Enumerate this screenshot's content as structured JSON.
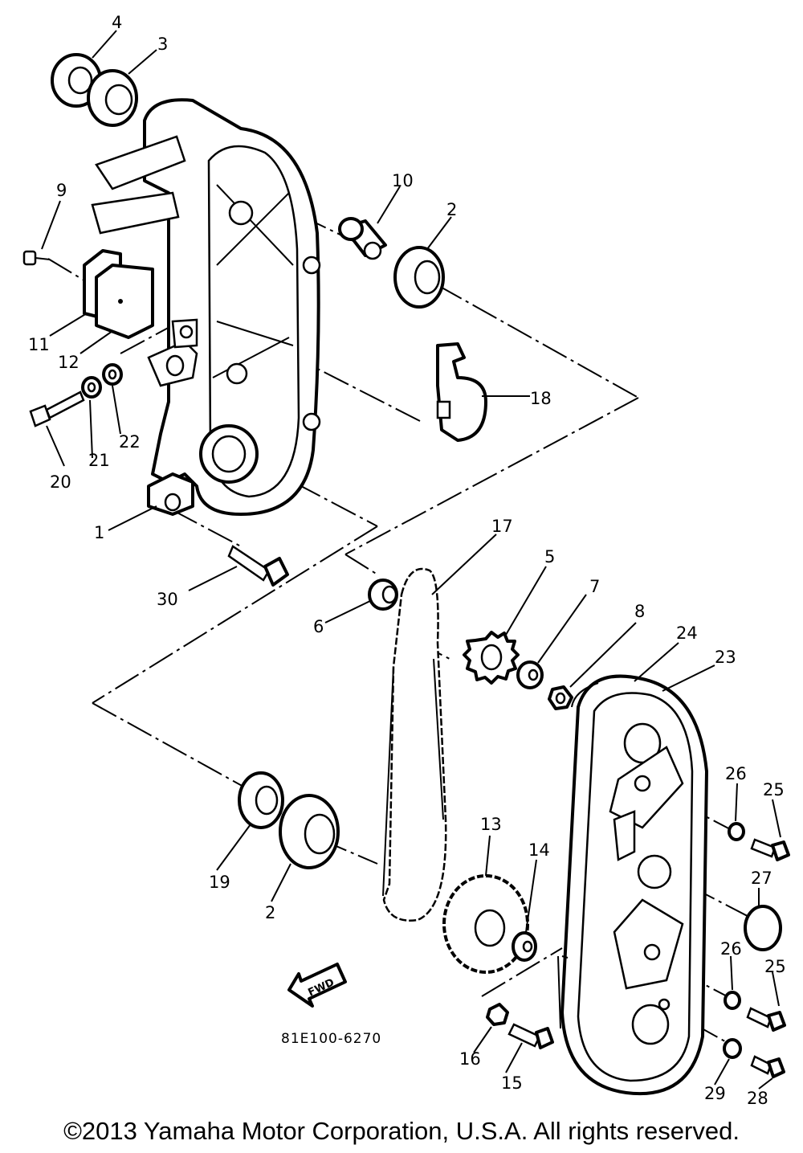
{
  "diagram": {
    "part_number": "81E100-6270",
    "fwd_label": "FWD",
    "callouts": [
      "1",
      "2",
      "2",
      "3",
      "4",
      "5",
      "6",
      "7",
      "8",
      "9",
      "10",
      "11",
      "12",
      "13",
      "14",
      "15",
      "16",
      "17",
      "18",
      "19",
      "20",
      "21",
      "22",
      "23",
      "24",
      "25",
      "25",
      "26",
      "26",
      "27",
      "28",
      "29",
      "30"
    ]
  },
  "footer": {
    "copyright": "©2013 Yamaha Motor Corporation, U.S.A. All rights reserved."
  }
}
